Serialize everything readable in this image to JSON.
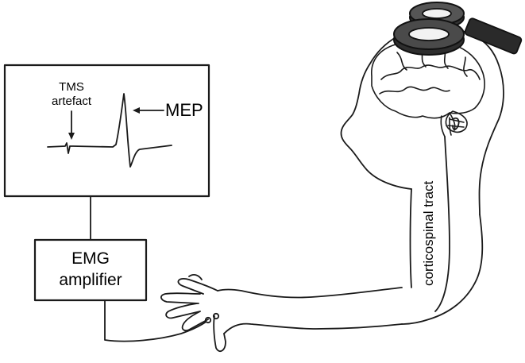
{
  "monitor": {
    "tms_label_line1": "TMS",
    "tms_label_line2": "artefact",
    "mep_label": "MEP"
  },
  "amplifier": {
    "line1": "EMG",
    "line2": "amplifier"
  },
  "tract": {
    "label": "corticospinal tract"
  }
}
